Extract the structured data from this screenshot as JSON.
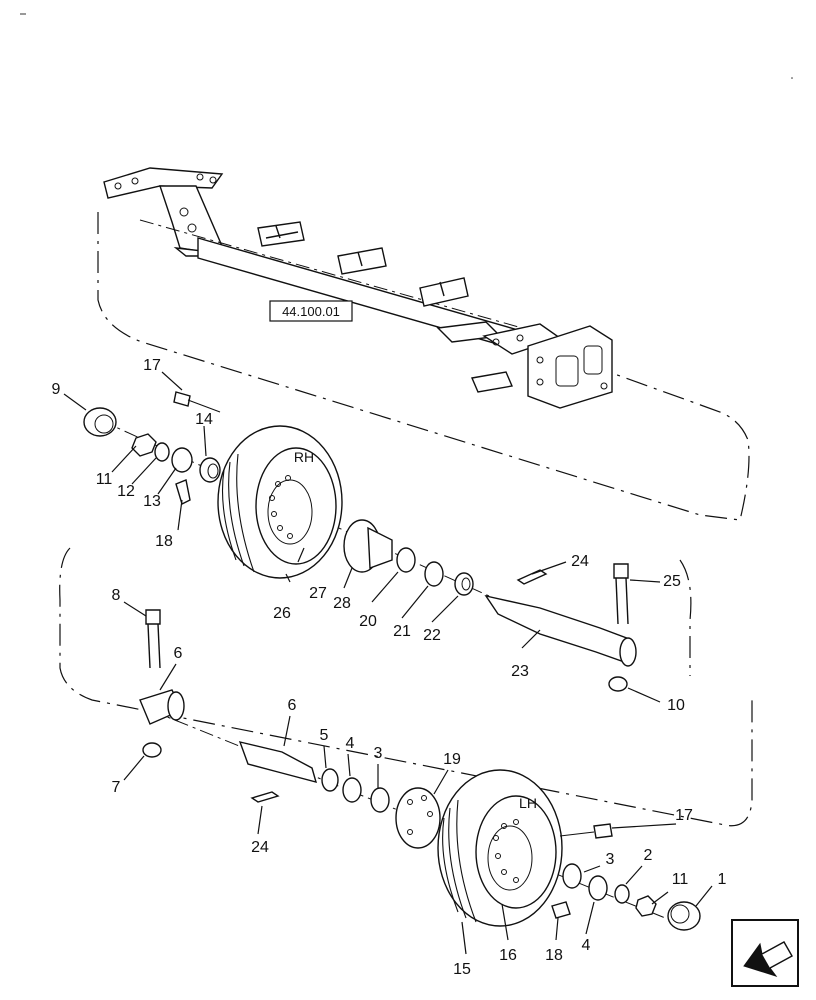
{
  "reference_code": "44.100.01",
  "side_labels": {
    "right": "RH",
    "left": "LH"
  },
  "callouts": {
    "c1": "1",
    "c2": "2",
    "c3a": "3",
    "c3b": "3",
    "c4a": "4",
    "c4b": "4",
    "c5": "5",
    "c6a": "6",
    "c6b": "6",
    "c7": "7",
    "c8": "8",
    "c9": "9",
    "c10": "10",
    "c11a": "11",
    "c11b": "11",
    "c12": "12",
    "c13": "13",
    "c14": "14",
    "c15": "15",
    "c16": "16",
    "c17a": "17",
    "c17b": "17",
    "c18a": "18",
    "c18b": "18",
    "c19": "19",
    "c20": "20",
    "c21": "21",
    "c22": "22",
    "c23": "23",
    "c24a": "24",
    "c24b": "24",
    "c25": "25",
    "c26": "26",
    "c27": "27",
    "c28": "28"
  },
  "nav": {
    "icon": "arrow-back-icon"
  }
}
